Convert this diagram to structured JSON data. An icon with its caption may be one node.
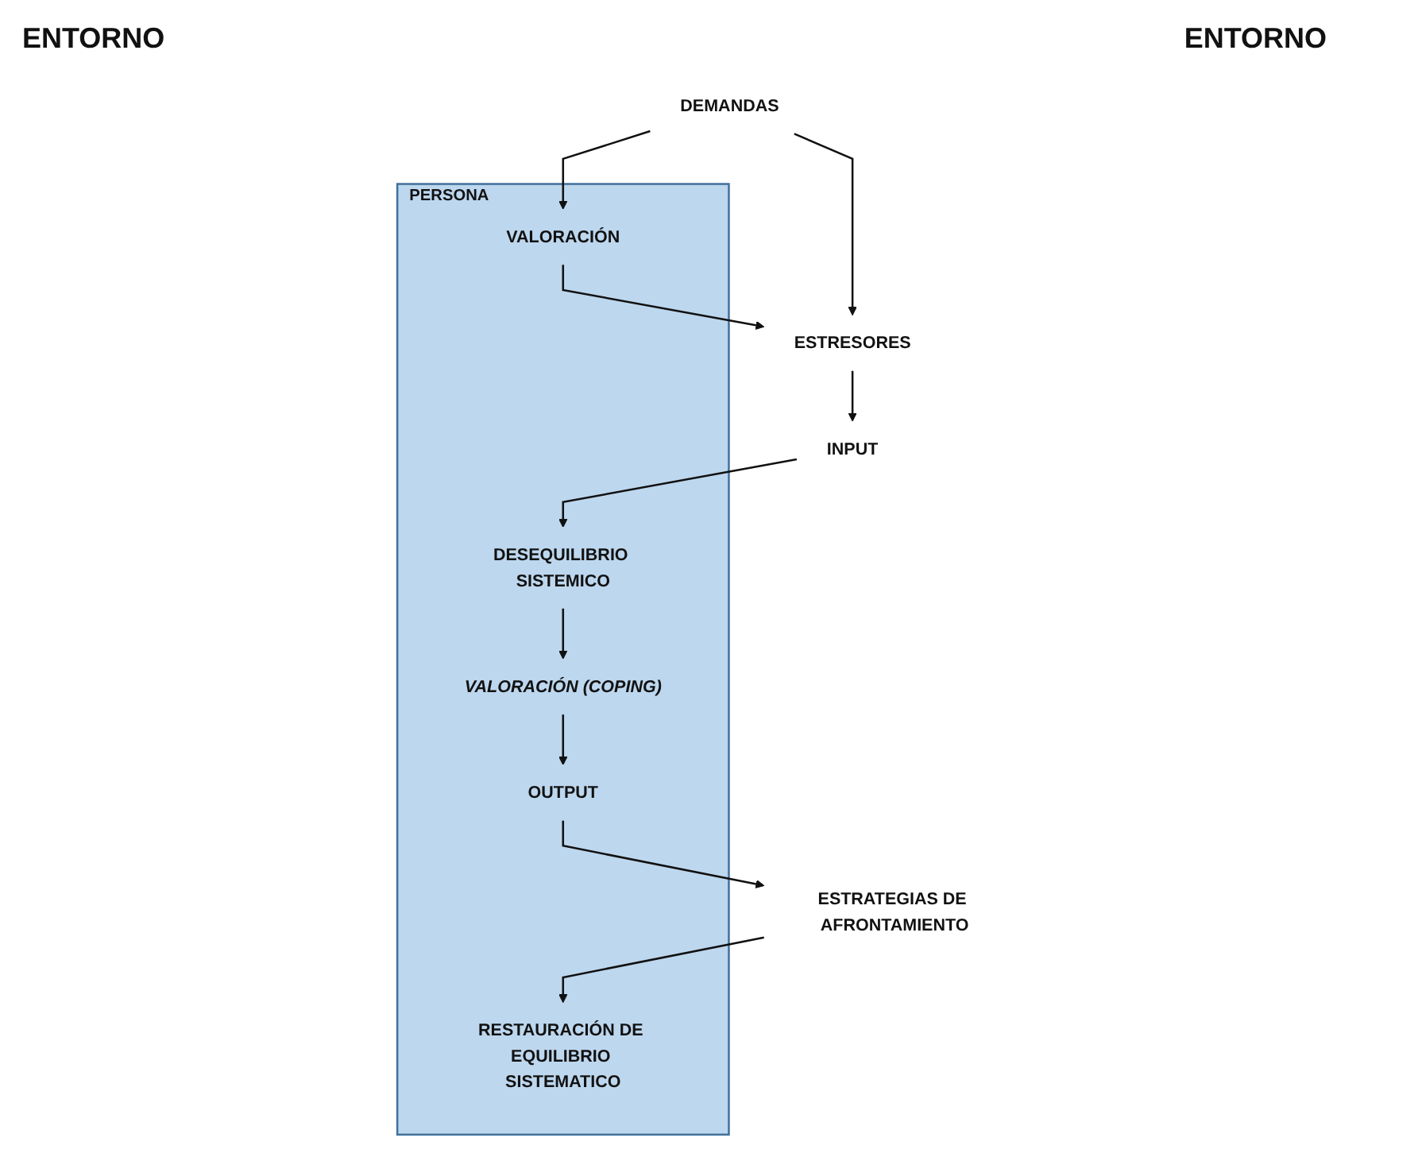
{
  "diagram": {
    "nodes": [
      {
        "text": [
          "PERSONA"
        ]
      },
      {
        "text": [
          "VALORACIÓN"
        ],
        "in": 0
      },
      {
        "text": [
          "DESEQUILIBRIO SISTEMICO"
        ],
        "in": 0
      },
      {
        "text": [
          "VALORACIÓN (COPING)"
        ],
        "in": 0
      },
      {
        "text": [
          "OUTPUT"
        ],
        "in": 0
      },
      {
        "text": [
          "RESTAURACIÓN DE EQUILIBRIO SISTEMATICO"
        ],
        "in": 0
      },
      {
        "text": [
          "DEMANDAS"
        ]
      },
      {
        "text": [
          "ESTRESORES"
        ]
      },
      {
        "text": [
          "INPUT"
        ]
      },
      {
        "text": [
          "ESTRATEGIAS DE AFRONTAMIENTO"
        ]
      }
    ],
    "edges": [
      {
        "from": 6,
        "to": 1,
        "arrow": "to"
      },
      {
        "from": 1,
        "to": 7,
        "arrow": "to"
      },
      {
        "from": 6,
        "to": 7,
        "arrow": "to"
      },
      {
        "from": 7,
        "to": 8,
        "arrow": "to"
      },
      {
        "from": 8,
        "to": 2,
        "arrow": "to"
      },
      {
        "from": 2,
        "to": 3,
        "arrow": "to"
      },
      {
        "from": 3,
        "to": 4,
        "arrow": "to"
      },
      {
        "from": 4,
        "to": 9,
        "arrow": "to"
      },
      {
        "from": 9,
        "to": 5,
        "arrow": "to"
      }
    ],
    "labels": [
      "ENTORNO",
      "ENTORNO"
    ]
  }
}
